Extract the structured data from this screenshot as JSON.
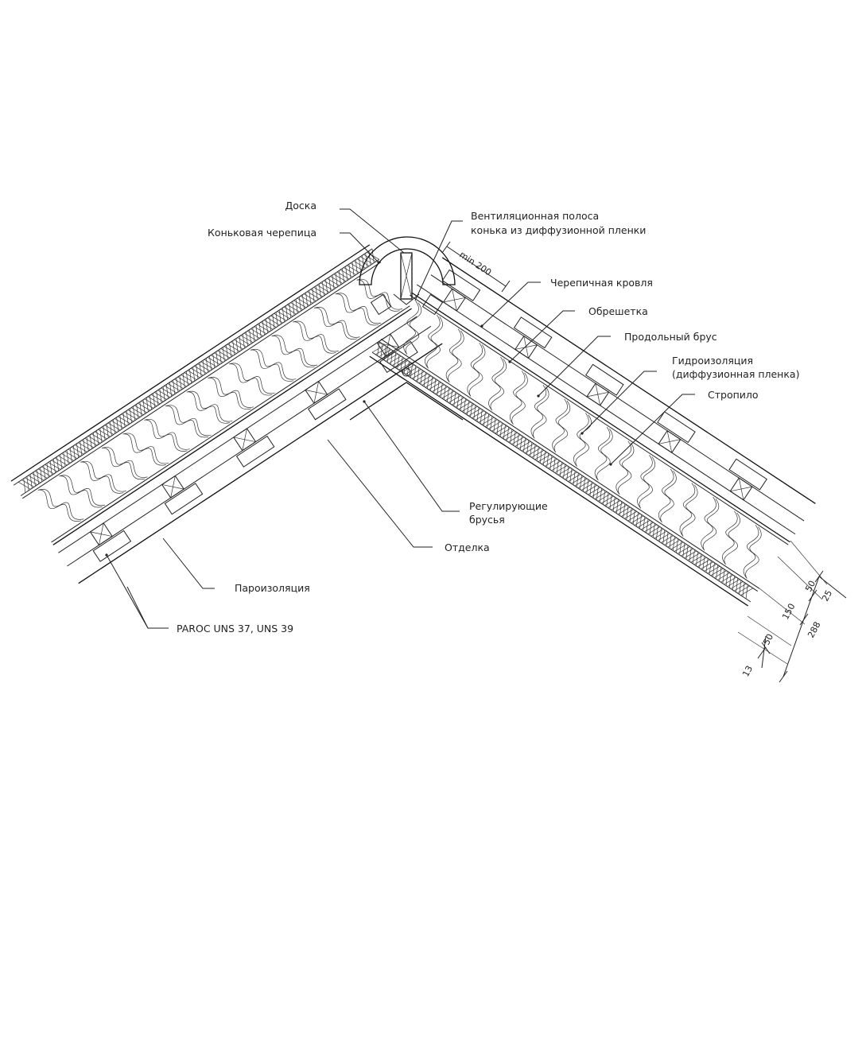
{
  "labels": {
    "board": "Доска",
    "ridge_tile": "Коньковая черепица",
    "vent_strip_line1": "Вентиляционная полоса",
    "vent_strip_line2": "конька из диффузионной пленки",
    "tile_roof": "Черепичная кровля",
    "battens": "Обрешетка",
    "counter_batten": "Продольный брус",
    "waterproofing_line1": "Гидроизоляция",
    "waterproofing_line2": "(диффузионная пленка)",
    "rafter": "Стропило",
    "adjusting_line1": "Регулирующие",
    "adjusting_line2": "брусья",
    "finish": "Отделка",
    "vapour_barrier": "Пароизоляция",
    "insulation": "PAROC UNS 37, UNS 39"
  },
  "dimensions": {
    "min_overlap": "min  200",
    "d50_top": "50",
    "d25": "25",
    "d150": "150",
    "d288": "288",
    "d50_bottom": "50",
    "d13": "13"
  }
}
